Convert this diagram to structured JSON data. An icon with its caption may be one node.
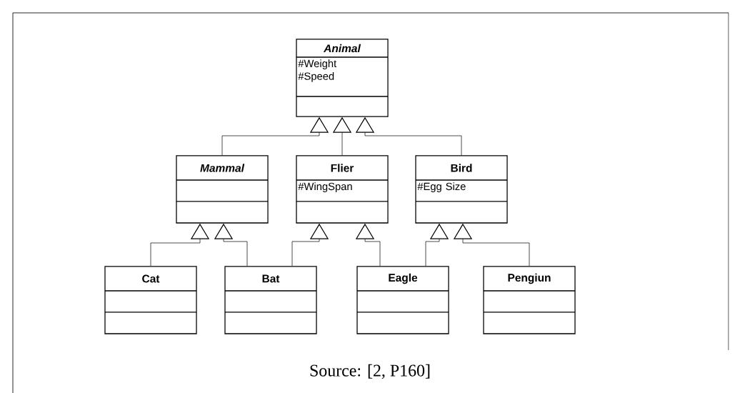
{
  "diagram": {
    "caption": "Source: [2, P160]",
    "nodes": [
      {
        "text": [
          "Animal",
          "#Weight #Speed"
        ]
      },
      {
        "text": [
          "Mammal"
        ]
      },
      {
        "text": [
          "Flier",
          "#WingSpan"
        ]
      },
      {
        "text": [
          "Bird",
          "#Egg Size"
        ]
      },
      {
        "text": [
          "Cat"
        ]
      },
      {
        "text": [
          "Bat"
        ]
      },
      {
        "text": [
          "Eagle"
        ]
      },
      {
        "text": [
          "Pengiun"
        ]
      }
    ],
    "edges": [
      {
        "from": 1,
        "to": 0,
        "arrow": "to"
      },
      {
        "from": 2,
        "to": 0,
        "arrow": "to"
      },
      {
        "from": 3,
        "to": 0,
        "arrow": "to"
      },
      {
        "from": 4,
        "to": 1,
        "arrow": "to"
      },
      {
        "from": 5,
        "to": 1,
        "arrow": "to"
      },
      {
        "from": 5,
        "to": 2,
        "arrow": "to"
      },
      {
        "from": 6,
        "to": 2,
        "arrow": "to"
      },
      {
        "from": 6,
        "to": 3,
        "arrow": "to"
      },
      {
        "from": 7,
        "to": 3,
        "arrow": "to"
      }
    ]
  }
}
